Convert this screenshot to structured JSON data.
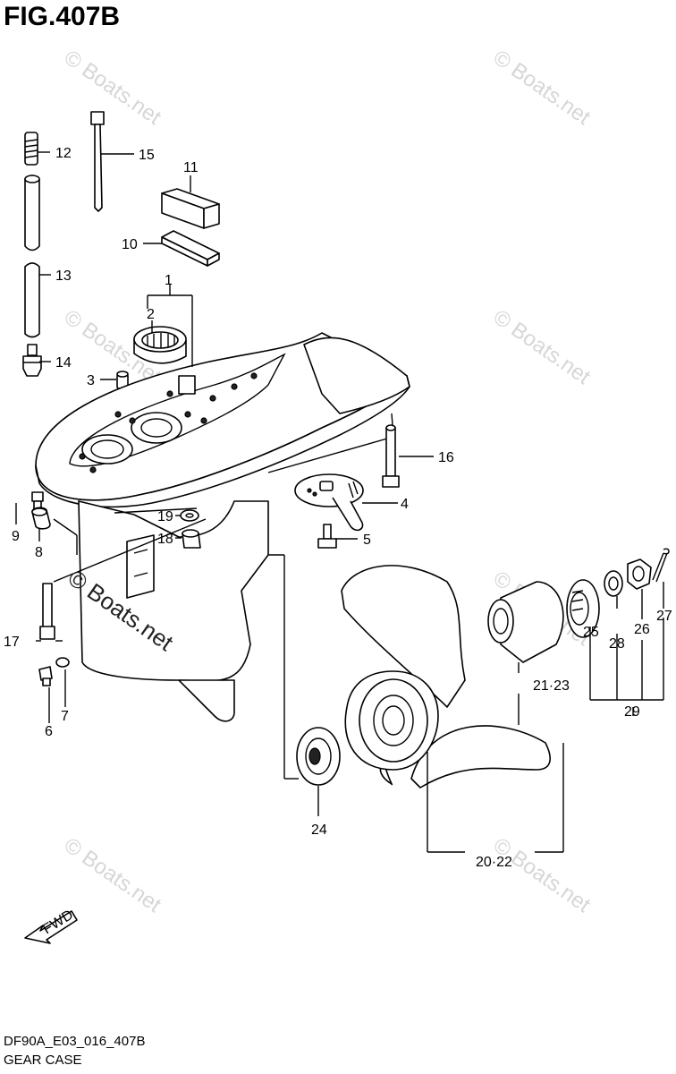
{
  "figure": {
    "title": "FIG.407B",
    "code": "DF90A_E03_016_407B",
    "name": "GEAR CASE",
    "direction_label": "FWD"
  },
  "watermarks": {
    "text": "© Boats.net",
    "prominent_text": "© Boats.net"
  },
  "callouts": [
    {
      "id": "c1",
      "label": "1"
    },
    {
      "id": "c2",
      "label": "2"
    },
    {
      "id": "c3",
      "label": "3"
    },
    {
      "id": "c4",
      "label": "4"
    },
    {
      "id": "c5",
      "label": "5"
    },
    {
      "id": "c6",
      "label": "6"
    },
    {
      "id": "c7",
      "label": "7"
    },
    {
      "id": "c8",
      "label": "8"
    },
    {
      "id": "c9",
      "label": "9"
    },
    {
      "id": "c10",
      "label": "10"
    },
    {
      "id": "c11",
      "label": "11"
    },
    {
      "id": "c12",
      "label": "12"
    },
    {
      "id": "c13",
      "label": "13"
    },
    {
      "id": "c14",
      "label": "14"
    },
    {
      "id": "c15",
      "label": "15"
    },
    {
      "id": "c16",
      "label": "16"
    },
    {
      "id": "c17",
      "label": "17"
    },
    {
      "id": "c18",
      "label": "18"
    },
    {
      "id": "c19",
      "label": "19"
    },
    {
      "id": "c20",
      "label": "20·22"
    },
    {
      "id": "c21",
      "label": "21·23"
    },
    {
      "id": "c24",
      "label": "24"
    },
    {
      "id": "c25",
      "label": "25"
    },
    {
      "id": "c26",
      "label": "26"
    },
    {
      "id": "c27",
      "label": "27"
    },
    {
      "id": "c28",
      "label": "28"
    },
    {
      "id": "c29",
      "label": "29"
    }
  ]
}
